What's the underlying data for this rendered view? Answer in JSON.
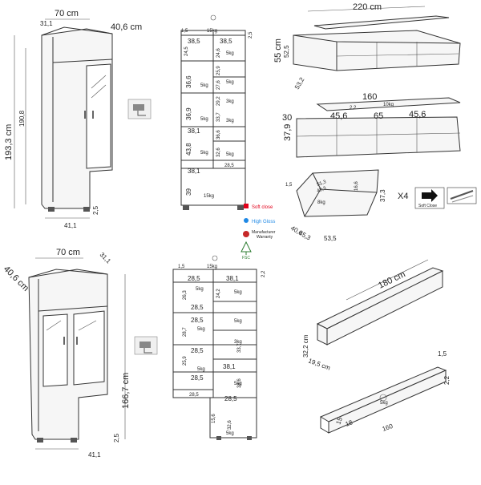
{
  "tall_cabinet": {
    "width": "70 cm",
    "depth": "40,6 cm",
    "height": "193,3 cm",
    "inner_height": "190,8",
    "top_offset": "31,1",
    "foot_width": "41,1",
    "foot_height": "2,5"
  },
  "tall_interior": {
    "top_load": "15kg",
    "top_right": "2,5",
    "left_values": [
      "38,5",
      "24,5",
      "36,6",
      "36,9",
      "38,1",
      "43,8",
      "38,1",
      "39"
    ],
    "right_values": [
      "38,5",
      "24,6",
      "25,9",
      "27,6",
      "29,2",
      "33,7",
      "36,6",
      "32,6",
      "28,5"
    ],
    "loads": [
      "5kg",
      "5kg",
      "5kg",
      "3kg",
      "5kg",
      "3kg",
      "5kg",
      "5kg",
      "15kg"
    ]
  },
  "tv_unit_large": {
    "width": "220 cm",
    "height": "55 cm",
    "inner_height": "52,5",
    "depth": "53,2"
  },
  "tv_unit_interior": {
    "width": "160",
    "shelf_load": "10kg",
    "offset": "2,2",
    "left_height": "30",
    "height": "37,9",
    "compartments": [
      "45,6",
      "65",
      "45,6"
    ]
  },
  "drawer": {
    "thickness": "1,5",
    "inner_width": "51,3",
    "inner_depth": "48,3",
    "inner_height": "16,6",
    "load": "8kg",
    "height": "37,3",
    "side_depth": "40,6",
    "depth": "45,3",
    "width": "53,5",
    "quantity": "X4",
    "soft_close_label": "Soft Close"
  },
  "badges": {
    "soft_close": "Soft close",
    "high_gloss": "High Gloss",
    "warranty_line1": "Manufacturer",
    "warranty_line2": "Warranty",
    "fsc": "FSC"
  },
  "short_cabinet": {
    "width": "70 cm",
    "top_offset": "31,1",
    "depth": "40,6 cm",
    "height": "166,7 cm",
    "foot_height": "2,5",
    "foot_width": "41,1"
  },
  "short_interior": {
    "top_left": "1,5",
    "top_load": "15kg",
    "top_right": "2,2",
    "left_values": [
      "28,5",
      "26,3",
      "28,5",
      "28,5",
      "28,7",
      "25,9",
      "28,5",
      "28,5",
      "28,5"
    ],
    "right_values": [
      "38,1",
      "24,2",
      "33,7",
      "38,1",
      "38,6",
      "28,5",
      "32,6",
      "15,6"
    ],
    "loads": [
      "5kg",
      "5kg",
      "5kg",
      "5kg",
      "3kg",
      "5kg",
      "5kg",
      "5kg"
    ]
  },
  "wall_shelf": {
    "width": "180 cm",
    "height": "32,2 cm",
    "depth": "19,5 cm"
  },
  "shelf_detail": {
    "thickness": "1,5",
    "offset": "2,2",
    "load": "5kg",
    "height": "15",
    "depth": "18",
    "width": "160"
  }
}
